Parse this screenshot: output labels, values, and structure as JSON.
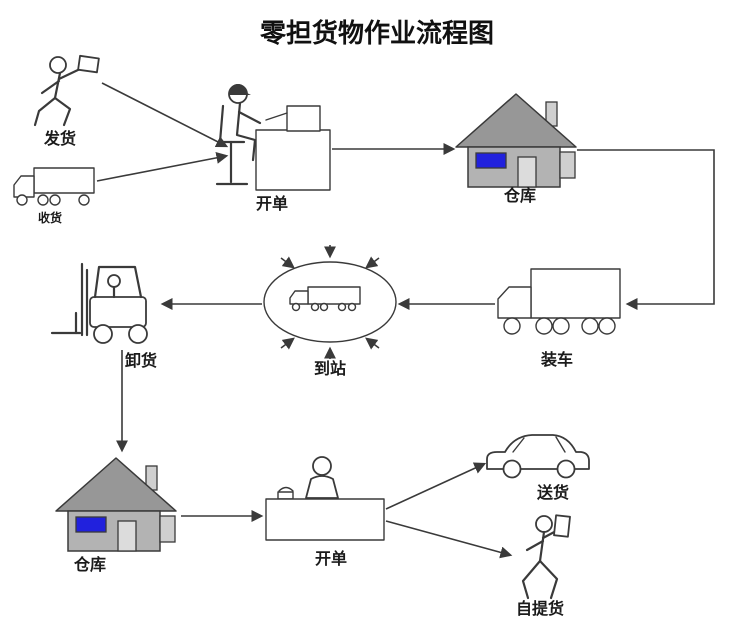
{
  "title": "零担货物作业流程图",
  "nodes": {
    "dispatch": {
      "label": "发货",
      "icon": "running-person-with-parcel-icon"
    },
    "receive": {
      "label": "收货",
      "icon": "small-truck-icon"
    },
    "billing_top": {
      "label": "开单",
      "icon": "clerk-at-computer-desk-icon"
    },
    "warehouse_top": {
      "label": "仓库",
      "icon": "warehouse-house-icon"
    },
    "loading": {
      "label": "装车",
      "icon": "cargo-truck-icon"
    },
    "arrival": {
      "label": "到站",
      "icon": "truck-in-ellipse-icon"
    },
    "unloading": {
      "label": "卸货",
      "icon": "forklift-icon"
    },
    "warehouse_bottom": {
      "label": "仓库",
      "icon": "warehouse-house-icon"
    },
    "billing_bottom": {
      "label": "开单",
      "icon": "clerk-at-counter-icon"
    },
    "delivery": {
      "label": "送货",
      "icon": "car-icon"
    },
    "self_pickup": {
      "label": "自提货",
      "icon": "person-carrying-parcel-icon"
    }
  },
  "edges": [
    {
      "from": "发货",
      "to": "开单"
    },
    {
      "from": "收货",
      "to": "开单"
    },
    {
      "from": "开单",
      "to": "仓库"
    },
    {
      "from": "仓库",
      "to": "装车"
    },
    {
      "from": "装车",
      "to": "到站"
    },
    {
      "from": "到站",
      "to": "卸货"
    },
    {
      "from": "卸货",
      "to": "仓库"
    },
    {
      "from": "仓库",
      "to": "开单"
    },
    {
      "from": "开单",
      "to": "送货"
    },
    {
      "from": "开单",
      "to": "自提货"
    }
  ],
  "colors": {
    "background": "#ffffff",
    "line": "#3a3a3a",
    "window_blue": "#2121dd",
    "roof_gray": "#979797",
    "wall_gray": "#b3b3b3"
  }
}
